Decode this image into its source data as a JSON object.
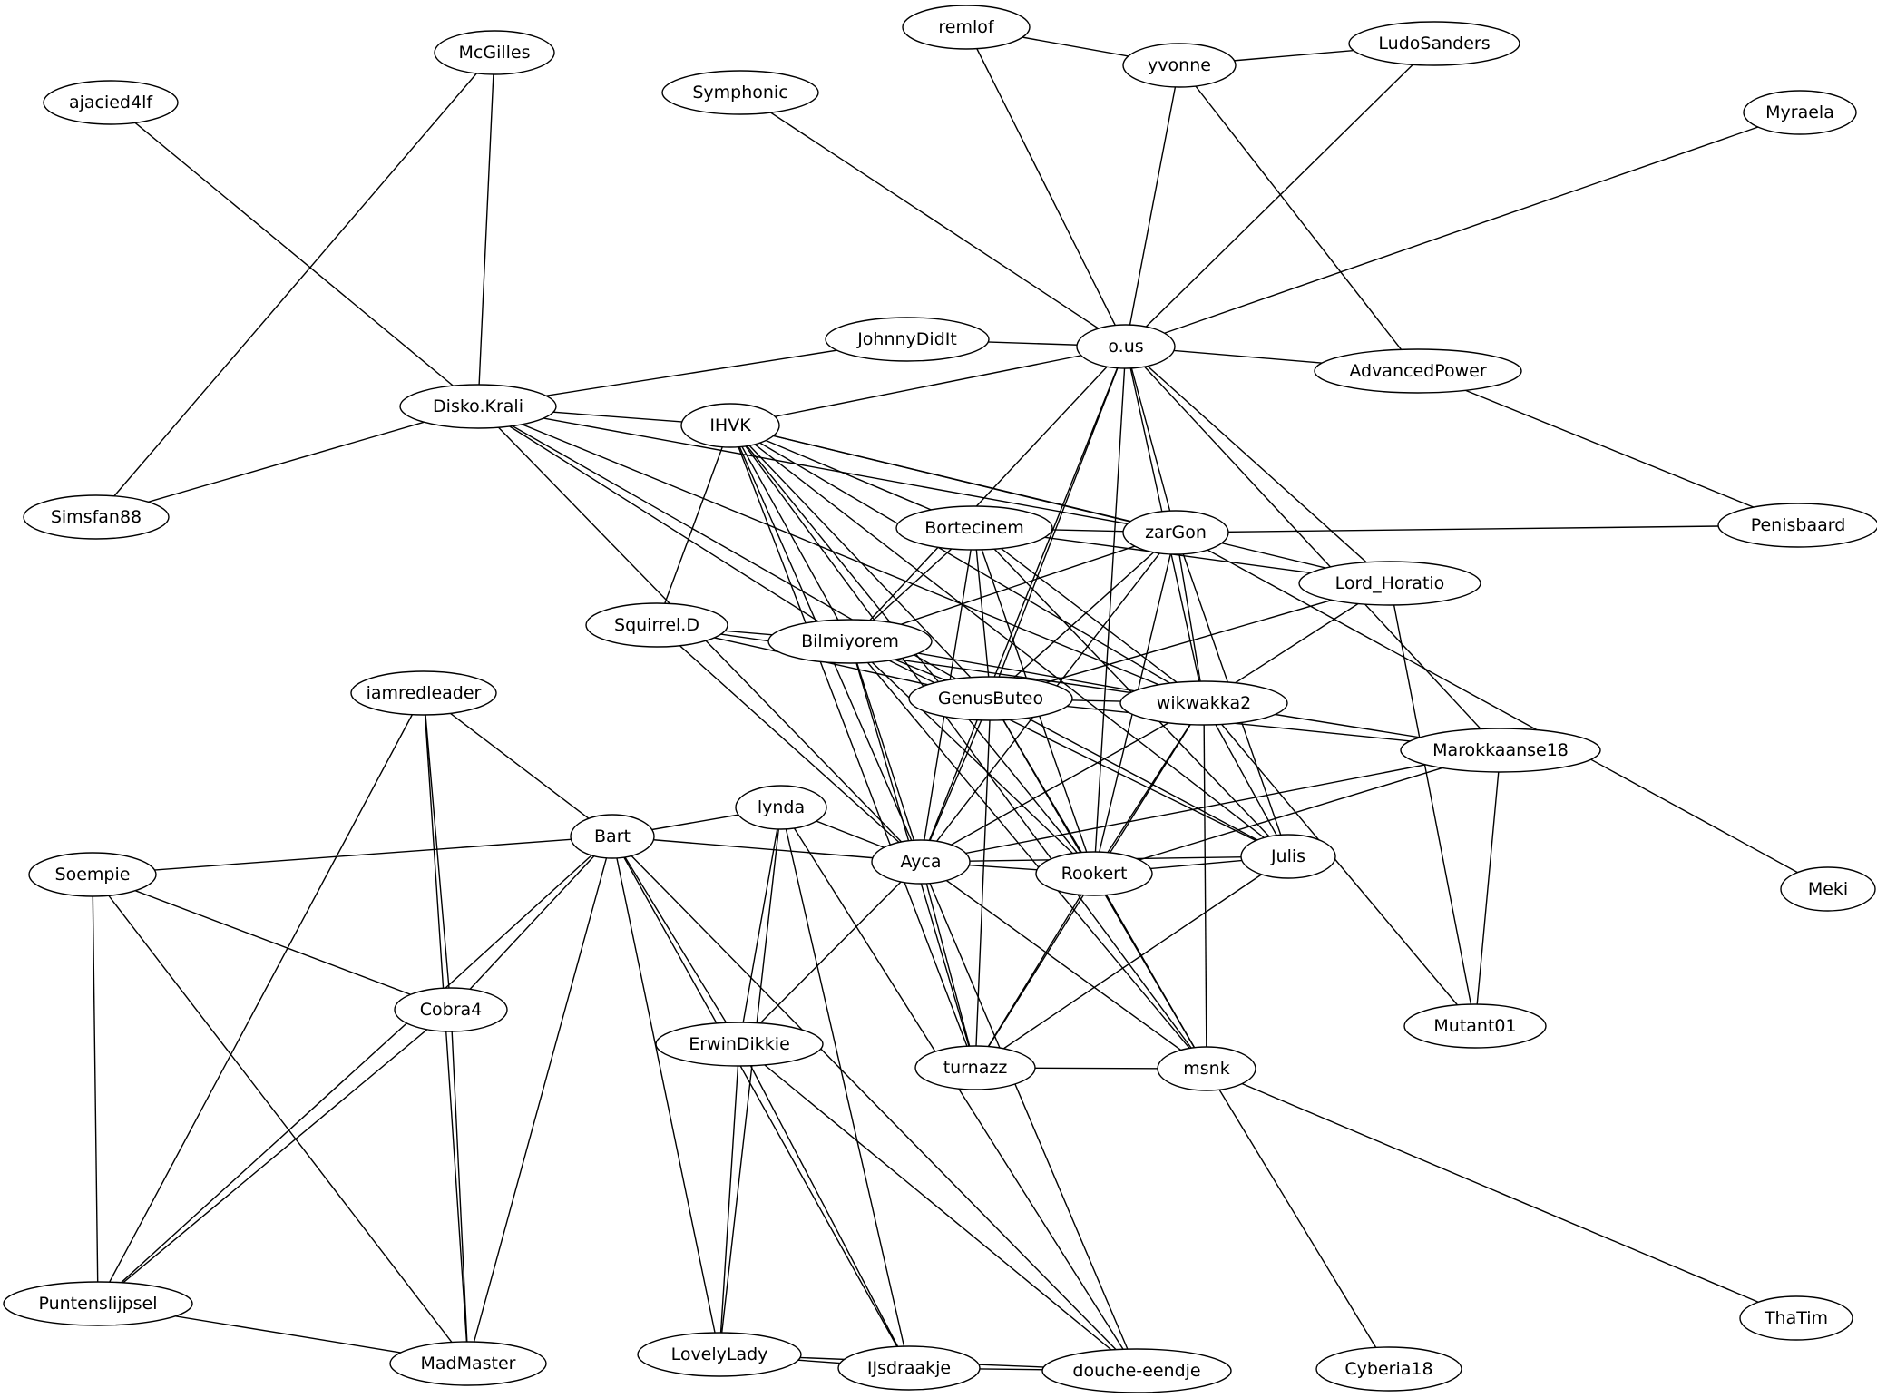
{
  "nodes": [
    {
      "id": "remlof",
      "label": "remlof"
    },
    {
      "id": "yvonne",
      "label": "yvonne"
    },
    {
      "id": "LudoSanders",
      "label": "LudoSanders"
    },
    {
      "id": "McGilles",
      "label": "McGilles"
    },
    {
      "id": "ajacied4lf",
      "label": "ajacied4lf"
    },
    {
      "id": "Symphonic",
      "label": "Symphonic"
    },
    {
      "id": "Myraela",
      "label": "Myraela"
    },
    {
      "id": "JohnnyDidIt",
      "label": "JohnnyDidIt"
    },
    {
      "id": "o.us",
      "label": "o.us"
    },
    {
      "id": "AdvancedPower",
      "label": "AdvancedPower"
    },
    {
      "id": "Disko.Krali",
      "label": "Disko.Krali"
    },
    {
      "id": "IHVK",
      "label": "IHVK"
    },
    {
      "id": "Simsfan88",
      "label": "Simsfan88"
    },
    {
      "id": "Bortecinem",
      "label": "Bortecinem"
    },
    {
      "id": "zarGon",
      "label": "zarGon"
    },
    {
      "id": "Penisbaard",
      "label": "Penisbaard"
    },
    {
      "id": "Lord_Horatio",
      "label": "Lord_Horatio"
    },
    {
      "id": "Squirrel.D",
      "label": "Squirrel.D"
    },
    {
      "id": "Bilmiyorem",
      "label": "Bilmiyorem"
    },
    {
      "id": "GenusButeo",
      "label": "GenusButeo"
    },
    {
      "id": "wikwakka2",
      "label": "wikwakka2"
    },
    {
      "id": "iamredleader",
      "label": "iamredleader"
    },
    {
      "id": "Marokkaanse18",
      "label": "Marokkaanse18"
    },
    {
      "id": "lynda",
      "label": "lynda"
    },
    {
      "id": "Bart",
      "label": "Bart"
    },
    {
      "id": "Soempie",
      "label": "Soempie"
    },
    {
      "id": "Ayca",
      "label": "Ayca"
    },
    {
      "id": "Rookert",
      "label": "Rookert"
    },
    {
      "id": "Julis",
      "label": "Julis"
    },
    {
      "id": "Meki",
      "label": "Meki"
    },
    {
      "id": "Cobra4",
      "label": "Cobra4"
    },
    {
      "id": "Mutant01",
      "label": "Mutant01"
    },
    {
      "id": "ErwinDikkie",
      "label": "ErwinDikkie"
    },
    {
      "id": "turnazz",
      "label": "turnazz"
    },
    {
      "id": "msnk",
      "label": "msnk"
    },
    {
      "id": "Puntenslijpsel",
      "label": "Puntenslijpsel"
    },
    {
      "id": "ThaTim",
      "label": "ThaTim"
    },
    {
      "id": "MadMaster",
      "label": "MadMaster"
    },
    {
      "id": "LovelyLady",
      "label": "LovelyLady"
    },
    {
      "id": "IJsdraakje",
      "label": "IJsdraakje"
    },
    {
      "id": "douche-eendje",
      "label": "douche-eendje"
    },
    {
      "id": "Cyberia18",
      "label": "Cyberia18"
    }
  ],
  "edges": [
    [
      "remlof",
      "yvonne"
    ],
    [
      "yvonne",
      "LudoSanders"
    ],
    [
      "remlof",
      "o.us"
    ],
    [
      "yvonne",
      "o.us"
    ],
    [
      "LudoSanders",
      "o.us"
    ],
    [
      "yvonne",
      "AdvancedPower"
    ],
    [
      "Symphonic",
      "o.us"
    ],
    [
      "Myraela",
      "o.us"
    ],
    [
      "JohnnyDidIt",
      "o.us"
    ],
    [
      "o.us",
      "AdvancedPower"
    ],
    [
      "AdvancedPower",
      "Penisbaard"
    ],
    [
      "McGilles",
      "Disko.Krali"
    ],
    [
      "McGilles",
      "Simsfan88"
    ],
    [
      "ajacied4lf",
      "Disko.Krali"
    ],
    [
      "Disko.Krali",
      "Simsfan88"
    ],
    [
      "Disko.Krali",
      "JohnnyDidIt"
    ],
    [
      "Disko.Krali",
      "IHVK"
    ],
    [
      "Disko.Krali",
      "zarGon"
    ],
    [
      "Disko.Krali",
      "Bilmiyorem"
    ],
    [
      "Disko.Krali",
      "GenusButeo"
    ],
    [
      "Disko.Krali",
      "wikwakka2"
    ],
    [
      "Disko.Krali",
      "Ayca"
    ],
    [
      "IHVK",
      "o.us"
    ],
    [
      "IHVK",
      "Bortecinem"
    ],
    [
      "IHVK",
      "zarGon"
    ],
    [
      "IHVK",
      "Lord_Horatio"
    ],
    [
      "IHVK",
      "Squirrel.D"
    ],
    [
      "IHVK",
      "Bilmiyorem"
    ],
    [
      "IHVK",
      "GenusButeo"
    ],
    [
      "IHVK",
      "wikwakka2"
    ],
    [
      "IHVK",
      "Ayca"
    ],
    [
      "IHVK",
      "Rookert"
    ],
    [
      "IHVK",
      "Julis"
    ],
    [
      "IHVK",
      "msnk"
    ],
    [
      "IHVK",
      "turnazz"
    ],
    [
      "o.us",
      "zarGon"
    ],
    [
      "o.us",
      "Lord_Horatio"
    ],
    [
      "o.us",
      "Bilmiyorem"
    ],
    [
      "o.us",
      "GenusButeo"
    ],
    [
      "o.us",
      "wikwakka2"
    ],
    [
      "o.us",
      "Marokkaanse18"
    ],
    [
      "o.us",
      "Ayca"
    ],
    [
      "o.us",
      "Rookert"
    ],
    [
      "Bortecinem",
      "zarGon"
    ],
    [
      "Bortecinem",
      "Lord_Horatio"
    ],
    [
      "Bortecinem",
      "Bilmiyorem"
    ],
    [
      "Bortecinem",
      "GenusButeo"
    ],
    [
      "Bortecinem",
      "wikwakka2"
    ],
    [
      "Bortecinem",
      "Ayca"
    ],
    [
      "Bortecinem",
      "Rookert"
    ],
    [
      "Bortecinem",
      "Julis"
    ],
    [
      "zarGon",
      "Penisbaard"
    ],
    [
      "zarGon",
      "Bilmiyorem"
    ],
    [
      "zarGon",
      "GenusButeo"
    ],
    [
      "zarGon",
      "wikwakka2"
    ],
    [
      "zarGon",
      "Ayca"
    ],
    [
      "zarGon",
      "Rookert"
    ],
    [
      "zarGon",
      "Julis"
    ],
    [
      "zarGon",
      "Meki"
    ],
    [
      "Lord_Horatio",
      "GenusButeo"
    ],
    [
      "Lord_Horatio",
      "wikwakka2"
    ],
    [
      "Lord_Horatio",
      "Mutant01"
    ],
    [
      "Squirrel.D",
      "Bilmiyorem"
    ],
    [
      "Squirrel.D",
      "GenusButeo"
    ],
    [
      "Squirrel.D",
      "wikwakka2"
    ],
    [
      "Squirrel.D",
      "Ayca"
    ],
    [
      "Bilmiyorem",
      "GenusButeo"
    ],
    [
      "Bilmiyorem",
      "wikwakka2"
    ],
    [
      "Bilmiyorem",
      "Ayca"
    ],
    [
      "Bilmiyorem",
      "Rookert"
    ],
    [
      "Bilmiyorem",
      "Julis"
    ],
    [
      "Bilmiyorem",
      "turnazz"
    ],
    [
      "Bilmiyorem",
      "msnk"
    ],
    [
      "GenusButeo",
      "wikwakka2"
    ],
    [
      "GenusButeo",
      "Marokkaanse18"
    ],
    [
      "GenusButeo",
      "Ayca"
    ],
    [
      "GenusButeo",
      "Rookert"
    ],
    [
      "GenusButeo",
      "Julis"
    ],
    [
      "GenusButeo",
      "turnazz"
    ],
    [
      "GenusButeo",
      "msnk"
    ],
    [
      "wikwakka2",
      "Marokkaanse18"
    ],
    [
      "wikwakka2",
      "Mutant01"
    ],
    [
      "wikwakka2",
      "Ayca"
    ],
    [
      "wikwakka2",
      "Rookert"
    ],
    [
      "wikwakka2",
      "Julis"
    ],
    [
      "wikwakka2",
      "turnazz"
    ],
    [
      "wikwakka2",
      "msnk"
    ],
    [
      "Marokkaanse18",
      "Ayca"
    ],
    [
      "Marokkaanse18",
      "Rookert"
    ],
    [
      "Marokkaanse18",
      "Mutant01"
    ],
    [
      "iamredleader",
      "Bart"
    ],
    [
      "iamredleader",
      "Cobra4"
    ],
    [
      "iamredleader",
      "Puntenslijpsel"
    ],
    [
      "iamredleader",
      "MadMaster"
    ],
    [
      "lynda",
      "Bart"
    ],
    [
      "lynda",
      "Ayca"
    ],
    [
      "lynda",
      "ErwinDikkie"
    ],
    [
      "lynda",
      "LovelyLady"
    ],
    [
      "lynda",
      "IJsdraakje"
    ],
    [
      "lynda",
      "douche-eendje"
    ],
    [
      "Bart",
      "Soempie"
    ],
    [
      "Bart",
      "Ayca"
    ],
    [
      "Bart",
      "Cobra4"
    ],
    [
      "Bart",
      "ErwinDikkie"
    ],
    [
      "Bart",
      "Puntenslijpsel"
    ],
    [
      "Bart",
      "MadMaster"
    ],
    [
      "Bart",
      "LovelyLady"
    ],
    [
      "Bart",
      "IJsdraakje"
    ],
    [
      "Bart",
      "douche-eendje"
    ],
    [
      "Soempie",
      "Cobra4"
    ],
    [
      "Soempie",
      "Puntenslijpsel"
    ],
    [
      "Soempie",
      "MadMaster"
    ],
    [
      "Ayca",
      "Rookert"
    ],
    [
      "Ayca",
      "Julis"
    ],
    [
      "Ayca",
      "ErwinDikkie"
    ],
    [
      "Ayca",
      "turnazz"
    ],
    [
      "Ayca",
      "msnk"
    ],
    [
      "Ayca",
      "douche-eendje"
    ],
    [
      "Rookert",
      "Julis"
    ],
    [
      "Rookert",
      "turnazz"
    ],
    [
      "Rookert",
      "msnk"
    ],
    [
      "Julis",
      "turnazz"
    ],
    [
      "Cobra4",
      "Puntenslijpsel"
    ],
    [
      "Cobra4",
      "MadMaster"
    ],
    [
      "ErwinDikkie",
      "LovelyLady"
    ],
    [
      "ErwinDikkie",
      "IJsdraakje"
    ],
    [
      "ErwinDikkie",
      "douche-eendje"
    ],
    [
      "turnazz",
      "msnk"
    ],
    [
      "msnk",
      "ThaTim"
    ],
    [
      "msnk",
      "Cyberia18"
    ],
    [
      "Puntenslijpsel",
      "MadMaster"
    ],
    [
      "LovelyLady",
      "IJsdraakje"
    ],
    [
      "LovelyLady",
      "douche-eendje"
    ],
    [
      "IJsdraakje",
      "douche-eendje"
    ]
  ]
}
